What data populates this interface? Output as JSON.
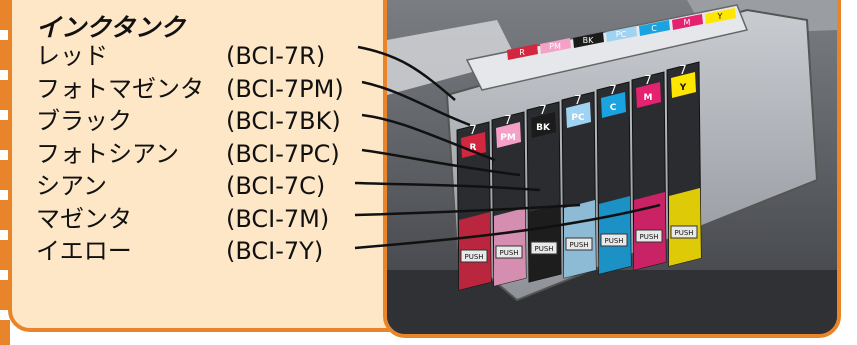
{
  "heading": "インクタンク",
  "inks": [
    {
      "name": "レッド",
      "code": "(BCI-7R)"
    },
    {
      "name": "フォトマゼンタ",
      "code": "(BCI-7PM)"
    },
    {
      "name": "ブラック",
      "code": "(BCI-7BK)"
    },
    {
      "name": "フォトシアン",
      "code": "(BCI-7PC)"
    },
    {
      "name": "シアン",
      "code": "(BCI-7C)"
    },
    {
      "name": "マゼンタ",
      "code": "(BCI-7M)"
    },
    {
      "name": "イエロー",
      "code": "(BCI-7Y)"
    }
  ],
  "tank_labels": [
    "R",
    "PM",
    "BK",
    "PC",
    "C",
    "M",
    "Y"
  ],
  "tank_number": "7",
  "push_label": "PUSH",
  "colors": {
    "accent_orange": "#e8842a",
    "panel_fill": "#fde7c6",
    "red": "#d3263f",
    "photo_magenta": "#f4a0c7",
    "black": "#1b1b1b",
    "photo_cyan": "#9fd3f1",
    "cyan": "#1aa3df",
    "magenta": "#e5226f",
    "yellow": "#ffe600"
  }
}
